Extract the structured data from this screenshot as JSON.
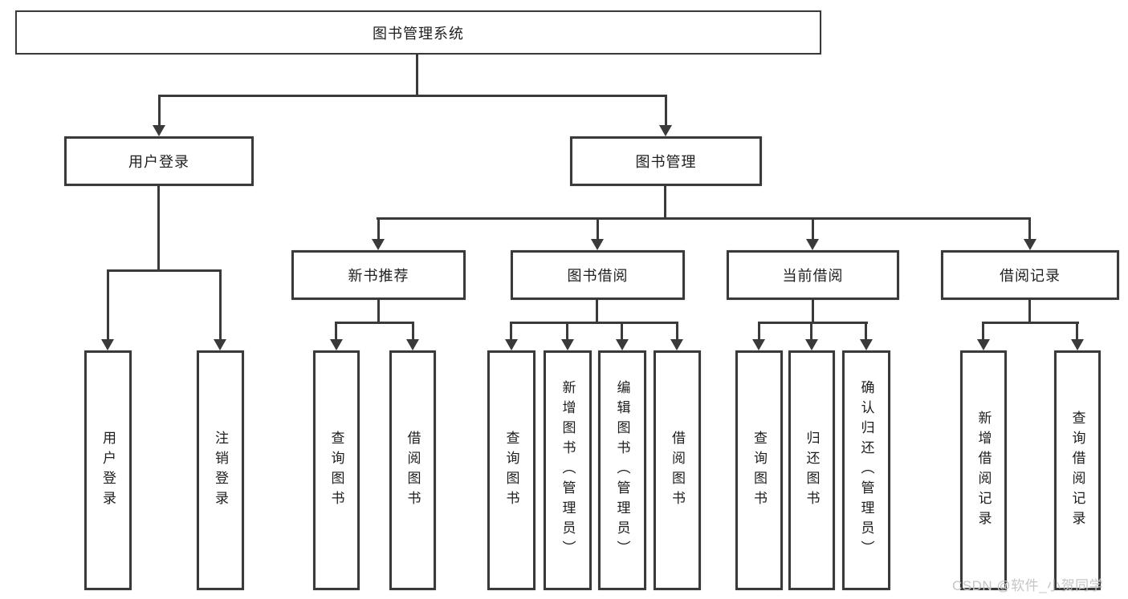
{
  "diagram": {
    "title": "图书管理系统",
    "root": {
      "label": "图书管理系统",
      "children": [
        {
          "label": "用户登录",
          "children": [
            {
              "label": "用户登录"
            },
            {
              "label": "注销登录"
            }
          ]
        },
        {
          "label": "图书管理",
          "children": [
            {
              "label": "新书推荐",
              "children": [
                {
                  "label": "查询图书"
                },
                {
                  "label": "借阅图书"
                }
              ]
            },
            {
              "label": "图书借阅",
              "children": [
                {
                  "label": "查询图书"
                },
                {
                  "label": "新增图书（管理员）"
                },
                {
                  "label": "编辑图书（管理员）"
                },
                {
                  "label": "借阅图书"
                }
              ]
            },
            {
              "label": "当前借阅",
              "children": [
                {
                  "label": "查询图书"
                },
                {
                  "label": "归还图书"
                },
                {
                  "label": "确认归还（管理员）"
                }
              ]
            },
            {
              "label": "借阅记录",
              "children": [
                {
                  "label": "新增借阅记录"
                },
                {
                  "label": "查询借阅记录"
                }
              ]
            }
          ]
        }
      ]
    },
    "colors": {
      "line": "#3a3a3a",
      "box_border": "#3a3a3a",
      "box_background": "#ffffff",
      "text": "#1e1e1e",
      "page_background": "#ffffff",
      "watermark": "#c6c6c6"
    }
  },
  "watermark": {
    "text": "CSDN @软件_小贺同学"
  }
}
